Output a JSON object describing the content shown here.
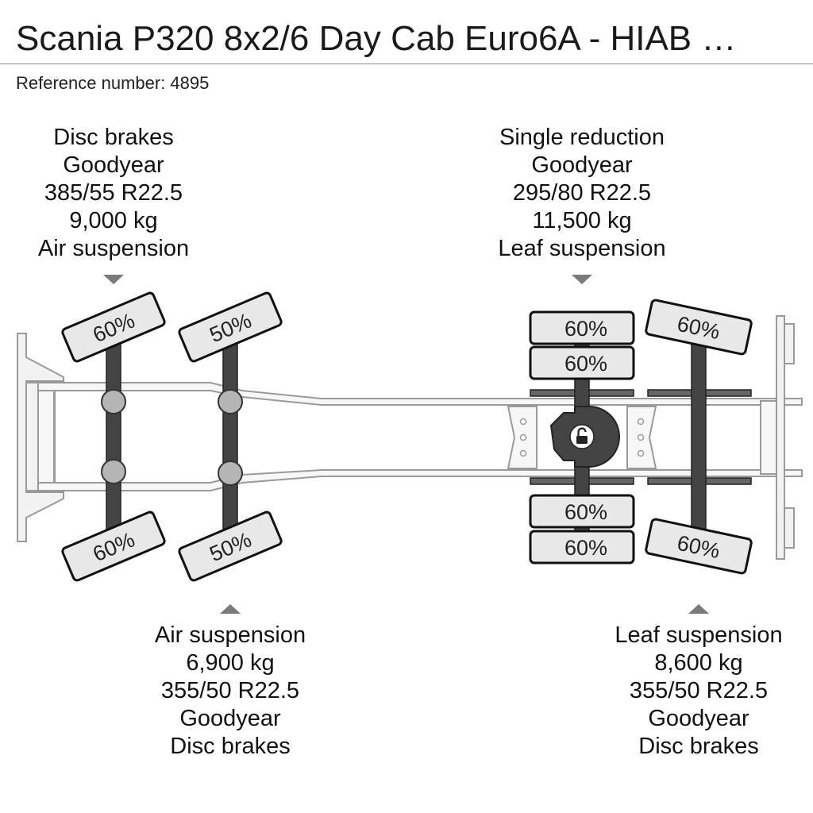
{
  "header": {
    "title": "Scania P320 8x2/6 Day Cab Euro6A - HIAB …",
    "reference": "Reference number: 4895"
  },
  "specs": {
    "front_top": [
      "Disc brakes",
      "Goodyear",
      "385/55 R22.5",
      "9,000 kg",
      "Air suspension"
    ],
    "rear_top": [
      "Single reduction",
      "Goodyear",
      "295/80 R22.5",
      "11,500 kg",
      "Leaf suspension"
    ],
    "second_bottom": [
      "Air suspension",
      "6,900 kg",
      "355/50 R22.5",
      "Goodyear",
      "Disc brakes"
    ],
    "tag_bottom": [
      "Leaf suspension",
      "8,600 kg",
      "355/50 R22.5",
      "Goodyear",
      "Disc brakes"
    ]
  },
  "tyres": {
    "axle1_top": "60%",
    "axle1_bottom": "60%",
    "axle2_top": "50%",
    "axle2_bottom": "50%",
    "axle3_top_outer": "60%",
    "axle3_top_inner": "60%",
    "axle3_bottom_inner": "60%",
    "axle3_bottom_outer": "60%",
    "axle4_top": "60%",
    "axle4_bottom": "60%"
  },
  "icons": {
    "differential_lock": "lock-icon"
  },
  "colors": {
    "tyre_fill": "#e8e8e8",
    "axle": "#444444",
    "frame": "#f2f2f2",
    "hub": "#b5b5b5",
    "marker": "#7a7a7a"
  }
}
